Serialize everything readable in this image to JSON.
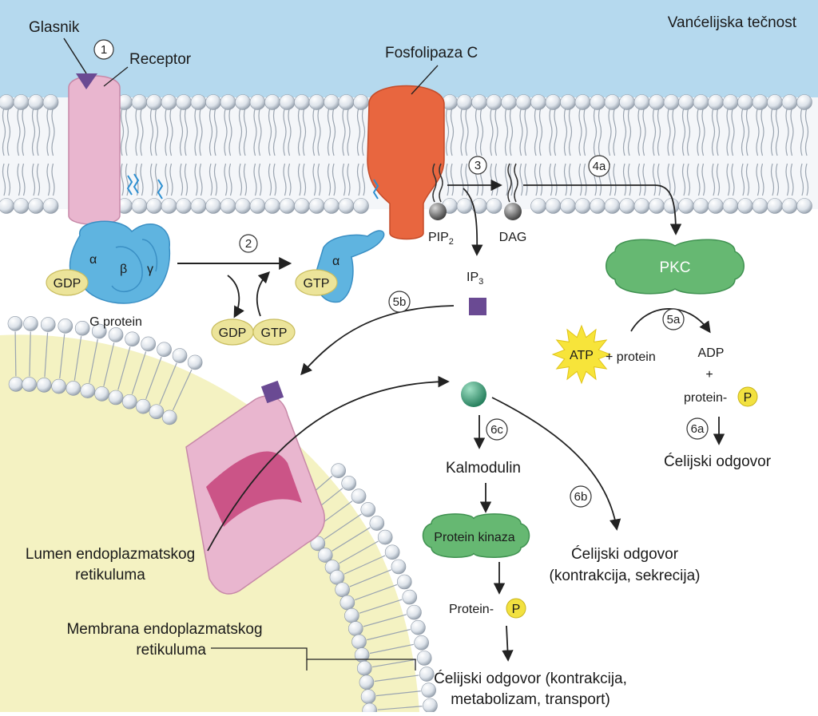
{
  "labels": {
    "extracellular": "Vanćelijska tečnost",
    "messenger": "Glasnik",
    "receptor": "Receptor",
    "plc": "Fosfolipaza C",
    "g_protein": "G protein",
    "alpha": "α",
    "beta": "β",
    "gamma": "γ",
    "gdp": "GDP",
    "gtp": "GTP",
    "pip2": "PIP",
    "pip2_sub": "2",
    "dag": "DAG",
    "ip3": "IP",
    "ip3_sub": "3",
    "pkc": "PKC",
    "atp": "ATP",
    "plus_protein": "+ protein",
    "adp": "ADP",
    "plus": "+",
    "protein_dash": "protein-",
    "protein_dash2": "Protein-",
    "p": "P",
    "response_pkc": "Ćelijski odgovor",
    "calmodulin": "Kalmodulin",
    "protein_kinase": "Protein kinaza",
    "response_6b_line1": "Ćelijski odgovor",
    "response_6b_line2": "(kontrakcija, sekrecija)",
    "response_final_line1": "Ćelijski odgovor (kontrakcija,",
    "response_final_line2": "metabolizam, transport)",
    "er_lumen_line1": "Lumen endoplazmatskog",
    "er_lumen_line2": "retikuluma",
    "er_membrane_line1": "Membrana endoplazmatskog",
    "er_membrane_line2": "retikuluma"
  },
  "steps": [
    "1",
    "2",
    "3",
    "4a",
    "5a",
    "5b",
    "6a",
    "6b",
    "6c"
  ],
  "colors": {
    "extracellular": "#b5d9ee",
    "receptor": "#e9b6cf",
    "messenger": "#6a4a93",
    "plc": "#e8663f",
    "g_protein": "#5fb4e0",
    "nucleotide": "#ece49a",
    "pkc": "#66b872",
    "atp": "#f7e43a",
    "phosphate": "#f2e140",
    "er_lumen": "#f4f2c2",
    "calcium": "#2e9a73"
  }
}
